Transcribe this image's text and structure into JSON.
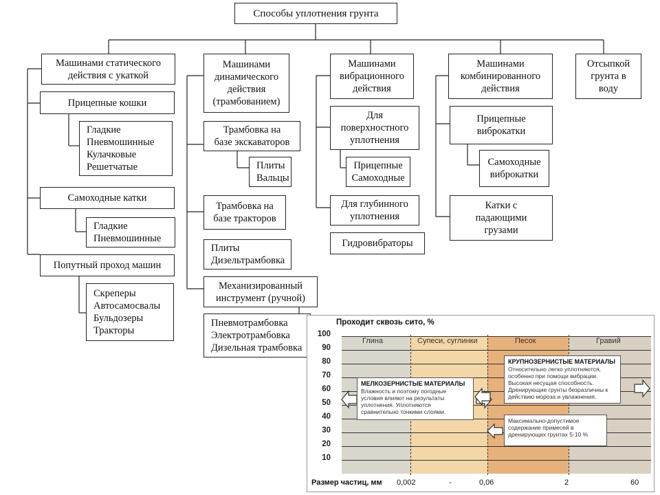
{
  "tree": {
    "root": "Способы уплотнения грунта",
    "categories": [
      "Машинами статического\nдействия с укаткой",
      "Машинами\nдинамического\nдействия\n(трамбованием)",
      "Машинами\nвибрационного\nдействия",
      "Машинами\nкомбинированного\nдействия",
      "Отсыпкой\nгрунта в\nводу"
    ],
    "static": {
      "trailed": "Прицепные кошки",
      "trailed_items": [
        "Гладкие",
        "Пневмошинные",
        "Кулачковые",
        "Решетчатые"
      ],
      "self_propelled": "Самоходные катки",
      "self_propelled_items": [
        "Гладкие",
        "Пневмошинные"
      ],
      "passing": "Попутный проход машин",
      "passing_items": [
        "Скреперы",
        "Автосамосвалы",
        "Бульдозеры",
        "Тракторы"
      ]
    },
    "dynamic": {
      "excavator": "Трамбовка на\nбазе экскаваторов",
      "excavator_items": [
        "Плиты",
        "Вальцы"
      ],
      "tractor": "Трамбовка на\nбазе тракторов",
      "tractor_items": [
        "Плиты",
        "Дизельтрамбовка"
      ],
      "tool": "Механизированный\nинструмент (ручной)",
      "tool_items": [
        "Пневмотрамбовка",
        "Электротрамбовка",
        "Дизельная трамбовка"
      ]
    },
    "vibration": {
      "surface": "Для\nповерхностного\nуплотнения",
      "surface_items": [
        "Прицепные",
        "Самоходные"
      ],
      "deep": "Для глубинного\nуплотнения",
      "deep_items": [
        "Гидровибраторы"
      ]
    },
    "combined": {
      "trailed_vibro": "Прицепные\nвиброкатки",
      "self_vibro": "Самоходные\nвиброкатки",
      "falling": "Катки с\nпадающими\nгрузами"
    }
  },
  "soil": {
    "y_title": "Проходит сквозь сито, %",
    "y_ticks": [
      "100",
      "90",
      "80",
      "70",
      "60",
      "50",
      "40",
      "30",
      "20",
      "10"
    ],
    "x_title": "Размер частиц, мм",
    "x_ticks": [
      "0,002",
      "-",
      "0,06",
      "2",
      "60"
    ],
    "zones": [
      "Глина",
      "Супеси, суглинки",
      "Песок",
      "Гравий"
    ],
    "fine_note": {
      "title": "МЕЛКОЗЕРНИСТЫЕ МАТЕРИАЛЫ",
      "lines": [
        "Влажность и поэтому погодные",
        "условия влияют на результаты",
        "уплотнения. Уплотняются",
        "сравнительно тонкими слоями."
      ]
    },
    "coarse_note": {
      "title": "КРУПНОЗЕРНИСТЫЕ МАТЕРИАЛЫ",
      "lines": [
        "Относительно легко уплотняются,",
        "особенно при помощи вибрации.",
        "Высокая несущая способность.",
        "Дренирующие грунты безразличны к",
        "действию мороза и увлажнения."
      ]
    },
    "limit_note": {
      "lines": [
        "Максимально-допустимое",
        "содержание примесей в",
        "дренирующих грунтах 5-10 %"
      ]
    },
    "colors": {
      "clay": "#d9d6cc",
      "loam": "#f3d7a8",
      "sand": "#e7b17c",
      "gravel": "#d8d0c2"
    }
  }
}
